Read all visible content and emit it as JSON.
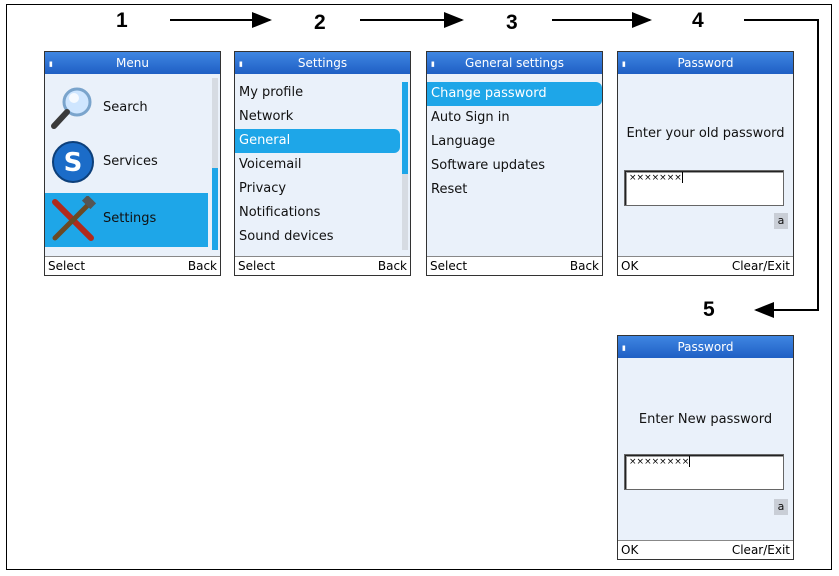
{
  "steps": [
    "1",
    "2",
    "3",
    "4",
    "5"
  ],
  "screen1": {
    "title": "Menu",
    "items": [
      {
        "label": "Search",
        "icon": "search-icon"
      },
      {
        "label": "Services",
        "icon": "skype-services-icon"
      },
      {
        "label": "Settings",
        "icon": "settings-tools-icon",
        "selected": true
      }
    ],
    "softkey_left": "Select",
    "softkey_right": "Back",
    "scroll_fraction_visible": 0.4
  },
  "screen2": {
    "title": "Settings",
    "items": [
      "My profile",
      "Network",
      "General",
      "Voicemail",
      "Privacy",
      "Notifications",
      "Sound devices"
    ],
    "selected_index": 2,
    "softkey_left": "Select",
    "softkey_right": "Back"
  },
  "screen3": {
    "title": "General settings",
    "items": [
      "Change password",
      "Auto Sign in",
      "Language",
      "Software updates",
      "Reset"
    ],
    "selected_index": 0,
    "softkey_left": "Select",
    "softkey_right": "Back"
  },
  "screen4": {
    "title": "Password",
    "prompt": "Enter your old password",
    "masked_value": "×××××××",
    "input_mode": "a",
    "softkey_left": "OK",
    "softkey_right": "Clear/Exit"
  },
  "screen5": {
    "title": "Password",
    "prompt": "Enter New password",
    "masked_value": "××××××××",
    "input_mode": "a",
    "softkey_left": "OK",
    "softkey_right": "Clear/Exit"
  },
  "colors": {
    "titlebar": "#2a6fd6",
    "highlight": "#1ea6e8",
    "screen_bg": "#eaf1fa"
  }
}
